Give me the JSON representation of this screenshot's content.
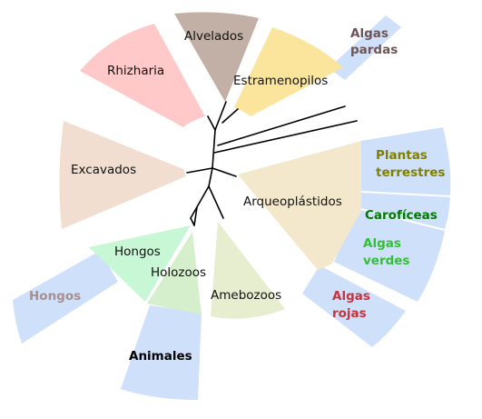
{
  "groups": {
    "alvelados": "Alvelados",
    "rhizharia": "Rhizharia",
    "estramenopilos": "Estramenopilos",
    "excavados": "Excavados",
    "arqueoplastidos": "Arqueoplástidos",
    "hongos": "Hongos",
    "holozoos": "Holozoos",
    "amebozoos": "Amebozoos"
  },
  "subgroups": {
    "algas_pardas": [
      "Algas",
      "pardas"
    ],
    "plantas_terrestres": [
      "Plantas",
      "terrestres"
    ],
    "caroficeas": "Carofíceas",
    "algas_verdes": [
      "Algas",
      "verdes"
    ],
    "algas_rojas": [
      "Algas",
      "rojas"
    ],
    "hongos": "Hongos",
    "animales": "Animales"
  },
  "colors": {
    "alvelados": "#c2b0a6",
    "rhizharia": "#ffc9c9",
    "estramenopilos": "#fbe59c",
    "excavados": "#f2ded0",
    "arqueoplastidos": "#f3e8cb",
    "hongos": "#c8f7d6",
    "holozoos": "#d5efcc",
    "amebozoos": "#e7eed0",
    "subgroup_fill": "#cfe0fb",
    "algas_pardas_text": "#6e5555",
    "plantas_terrestres_text": "#808000",
    "caroficeas_text": "#007a00",
    "algas_verdes_text": "#33c033",
    "algas_rojas_text": "#c8323c",
    "hongos_sub_text": "#a88f8f",
    "animales_text": "#000000"
  }
}
